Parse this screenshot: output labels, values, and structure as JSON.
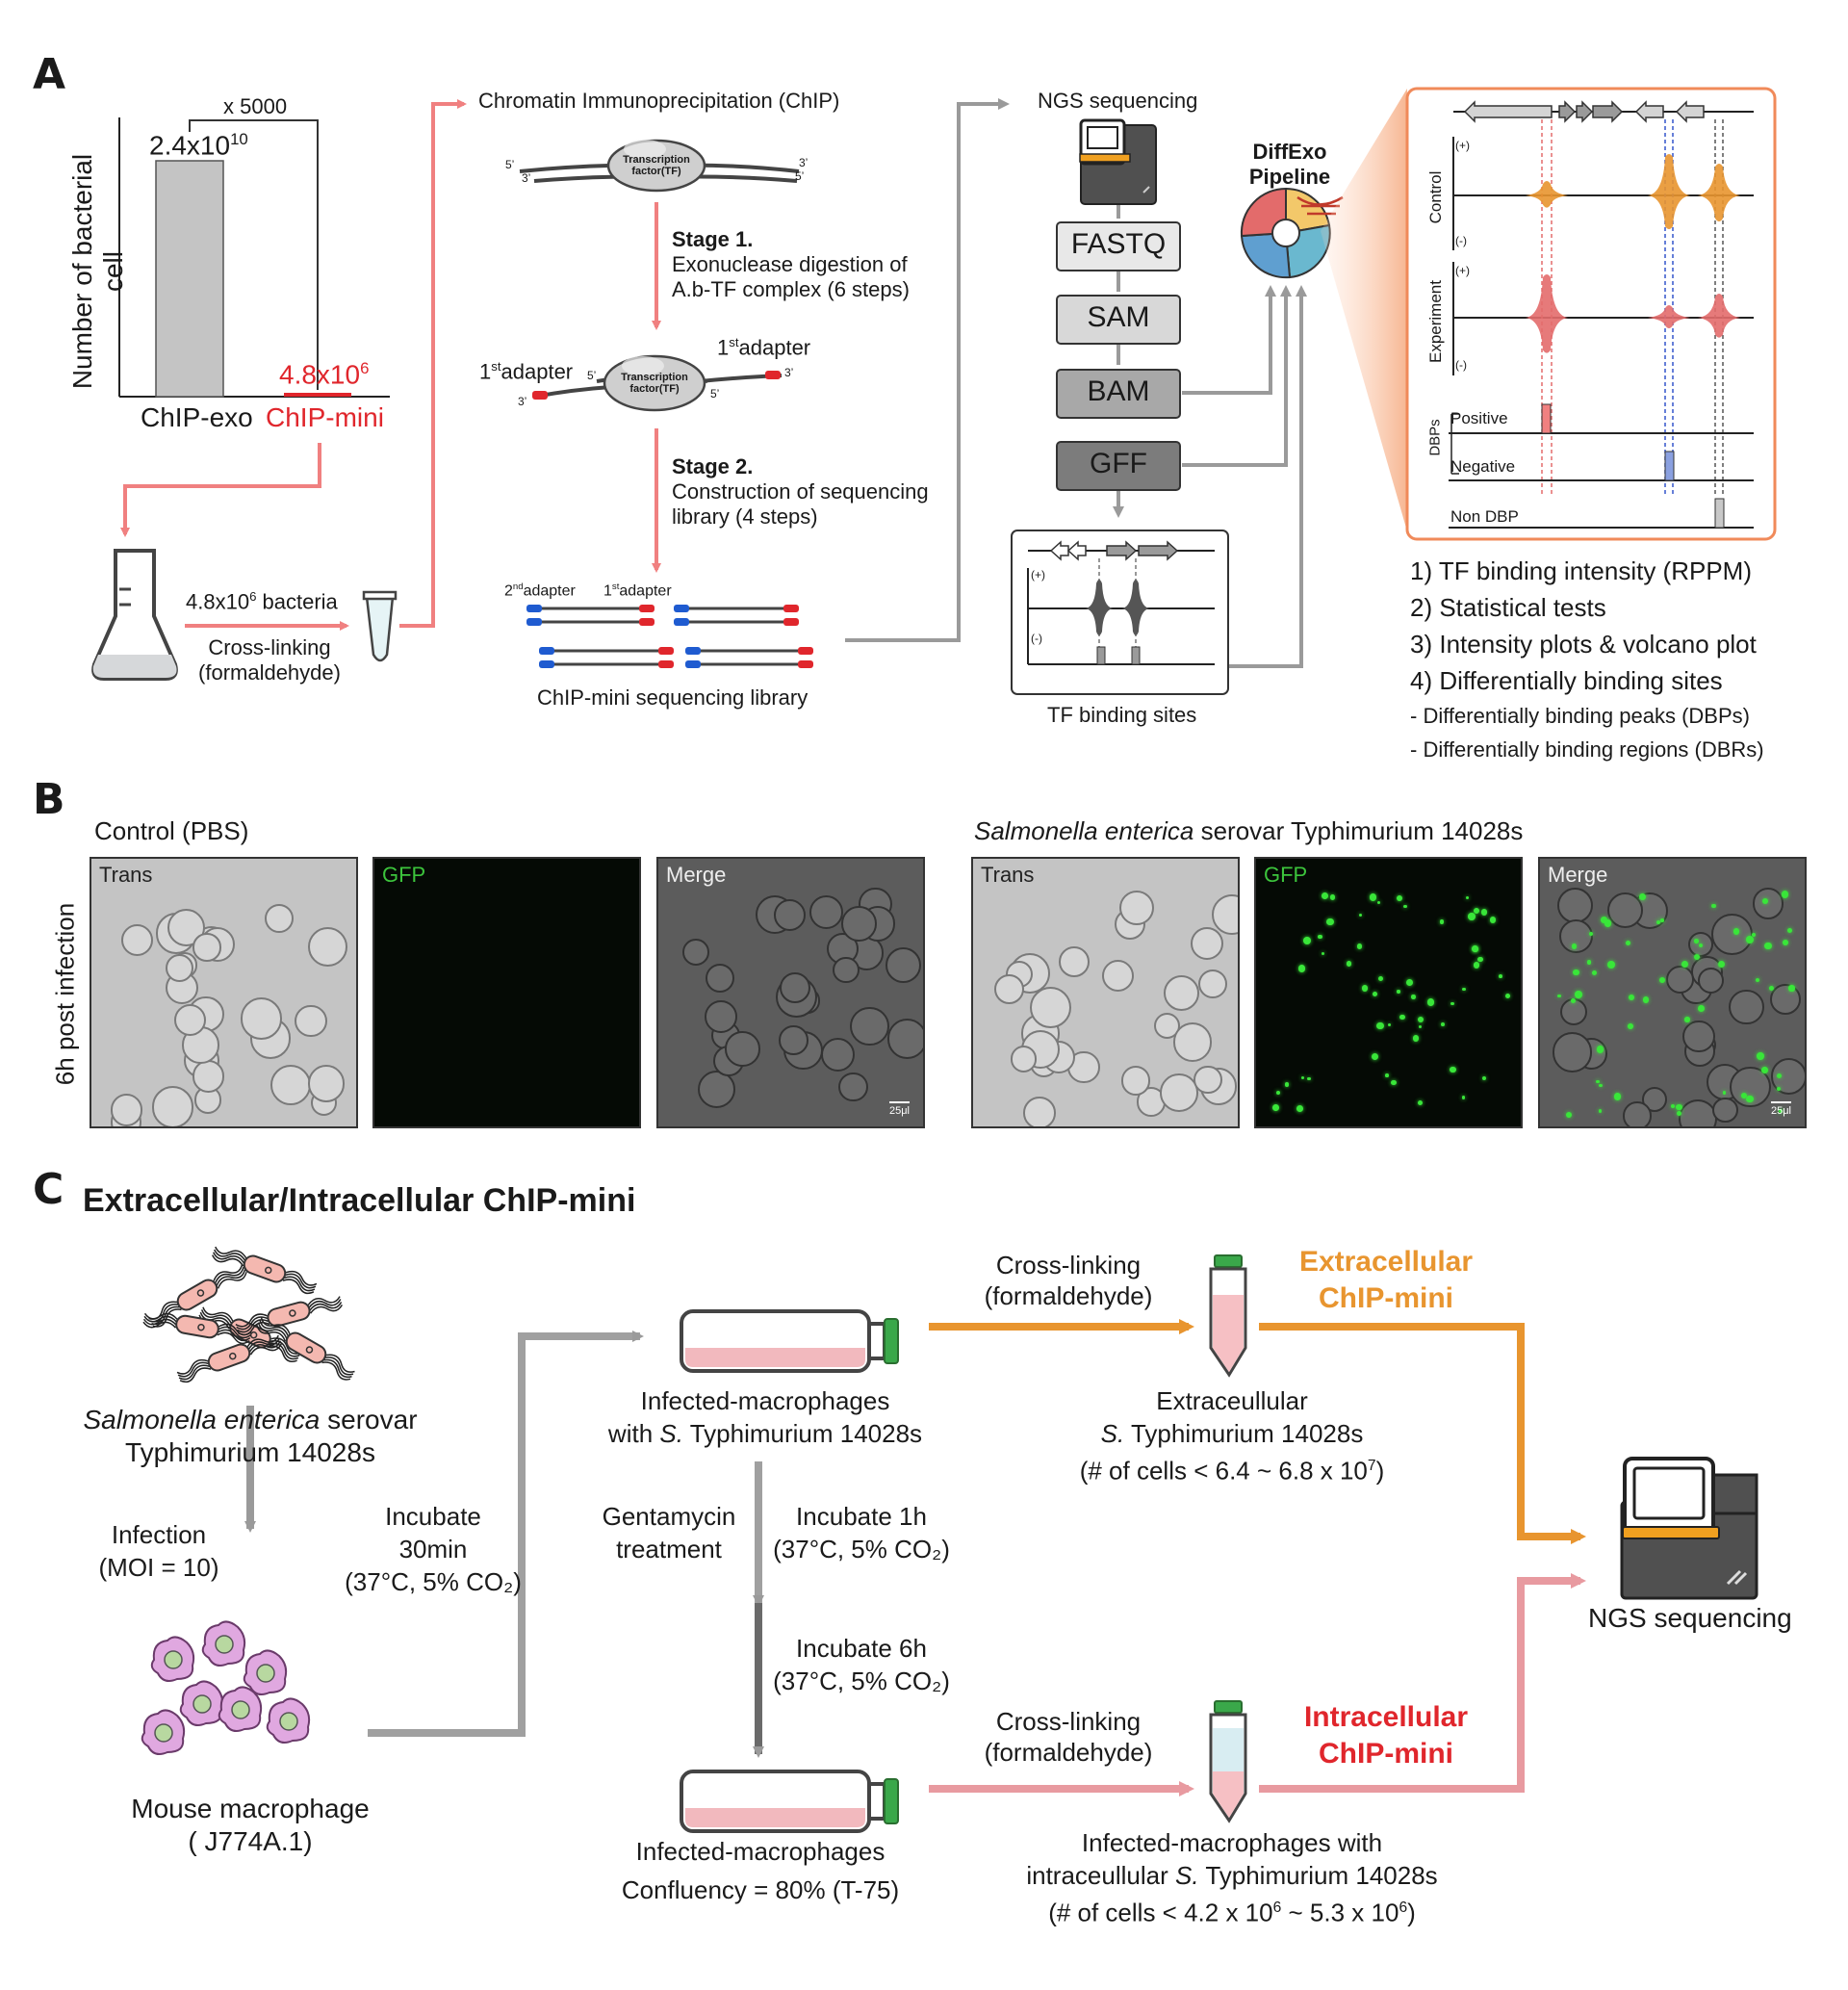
{
  "panels": {
    "a": "A",
    "b": "B",
    "c": "C"
  },
  "panel_a": {
    "bar_chart": {
      "y_label": "Number of bacterial cell",
      "fold_label": "x 5000",
      "bar1_value": "2.4x10",
      "bar1_exp": "10",
      "bar2_value": "4.8x10",
      "bar2_exp": "6",
      "bar1_name": "ChIP-exo",
      "bar2_name": "ChIP-mini"
    },
    "flask": {
      "bacteria_count": "4.8x10",
      "bacteria_exp": "6",
      "bacteria_word": " bacteria",
      "crosslink_line1": "Cross-linking",
      "crosslink_line2": "(formaldehyde)"
    },
    "chip": {
      "title": "Chromatin Immunoprecipitation (ChIP)",
      "tf_label1": "Transcription",
      "tf_label2": "factor(TF)",
      "five_prime": "5’",
      "three_prime": "3’",
      "stage1_title": "Stage 1.",
      "stage1_line1": "Exonuclease digestion of",
      "stage1_line2": "A.b-TF complex (6 steps)",
      "adapter_ord1": "1",
      "adapter_sup1": "st",
      "adapter_word": "adapter",
      "stage2_title": "Stage 2.",
      "stage2_line1": "Construction of sequencing",
      "stage2_line2": "library (4 steps)",
      "adapter_ord2": "2",
      "adapter_sup2": "nd",
      "library_label": "ChIP-mini sequencing library"
    },
    "ngs": {
      "title": "NGS sequencing",
      "files": [
        "FASTQ",
        "SAM",
        "BAM",
        "GFF"
      ],
      "tf_sites_label": "TF binding sites",
      "plus": "(+)",
      "minus": "(-)"
    },
    "diffexo": {
      "line1": "DiffExo",
      "line2": "Pipeline",
      "control": "Control",
      "experiment": "Experiment",
      "dbps": "DBPs",
      "positive": "Positive",
      "negative": "Negative",
      "non_dbp": "Non DBP",
      "features": [
        "1) TF binding intensity (RPPM)",
        "2) Statistical tests",
        "3) Intensity plots & volcano plot",
        "4) Differentially binding sites",
        "- Differentially binding peaks (DBPs)",
        "- Differentially binding regions (DBRs)"
      ]
    }
  },
  "panel_b": {
    "control_title": "Control (PBS)",
    "infected_title_italic": "Salmonella enterica",
    "infected_title_rest": " serovar Typhimurium 14028s",
    "row_label": "6h post infection",
    "image_labels": [
      "Trans",
      "GFP",
      "Merge"
    ],
    "scale_bar": "25μl"
  },
  "panel_c": {
    "title": "Extracellular/Intracellular ChIP-mini",
    "salmonella_italic": "Salmonella enterica",
    "salmonella_rest": " serovar",
    "salmonella_line2": "Typhimurium 14028s",
    "infection_line1": "Infection",
    "infection_line2": "(MOI = 10)",
    "macrophage_line1": "Mouse macrophage",
    "macrophage_line2": "( J774A.1)",
    "incubate30_line1": "Incubate",
    "incubate30_line2": "30min",
    "incubate30_line3": "(37°C, 5% CO₂)",
    "infected_line1": "Infected-macrophages",
    "infected_line2a": "with ",
    "infected_line2b": "S.",
    "infected_line2c": " Typhimurium 14028s",
    "gentamycin_line1": "Gentamycin",
    "gentamycin_line2": "treatment",
    "incubate1h_line1": "Incubate 1h",
    "incubate1h_line2": "(37°C, 5% CO₂)",
    "incubate6h_line1": "Incubate 6h",
    "incubate6h_line2": "(37°C, 5% CO₂)",
    "infected2_line1": "Infected-macrophages",
    "infected2_line2": "Confluency = 80% (T-75)",
    "crosslink_line1": "Cross-linking",
    "crosslink_line2": "(formaldehyde)",
    "extra_title1": "Extracellular",
    "extra_title2": "ChIP-mini",
    "extra_desc1": "Extraceullular",
    "extra_desc2a": "S.",
    "extra_desc2b": " Typhimurium 14028s",
    "extra_desc3": "(# of cells < 6.4 ~ 6.8 x 10",
    "extra_desc3_exp": "7",
    "intra_title1": "Intracellular",
    "intra_title2": "ChIP-mini",
    "intra_desc1": "Infected-macrophages with",
    "intra_desc2a": "intraceullular ",
    "intra_desc2b": "S.",
    "intra_desc2c": " Typhimurium 14028s",
    "intra_desc3a": "(# of cells < 4.2 x 10",
    "intra_desc3_exp1": "6",
    "intra_desc3b": " ~ 5.3 x 10",
    "intra_desc3_exp2": "6",
    "intra_desc3c": ")",
    "ngs_label": "NGS sequencing"
  },
  "colors": {
    "salmon": "#f08080",
    "grey_arrow": "#9a9a9a",
    "orange": "#e8952f",
    "red": "#e0262c",
    "pink_arrow": "#e89aa0"
  }
}
